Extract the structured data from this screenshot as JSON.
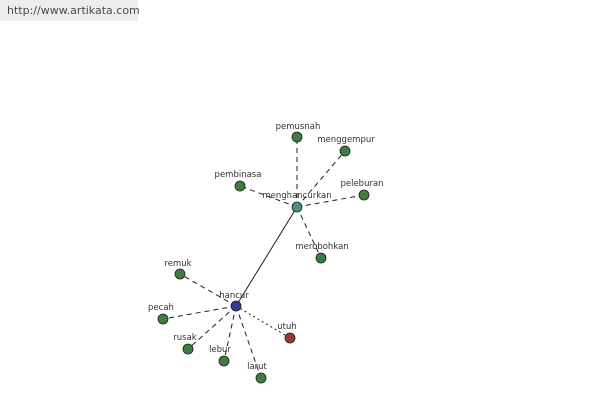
{
  "watermark": {
    "url": "http://www.artikata.com"
  },
  "graph": {
    "colors": {
      "term": "#2a3f8f",
      "hub": "#4a8f88",
      "synonym": "#3e7d3e",
      "antonym": "#9a3a2e",
      "node_stroke": "#1e1e1e",
      "edge": "#1e1e1e"
    },
    "nodes": [
      {
        "id": "hancur",
        "label": "hancur",
        "kind": "term"
      },
      {
        "id": "menghancurkan",
        "label": "menghancurkan",
        "kind": "hub"
      },
      {
        "id": "pemusnah",
        "label": "pemusnah",
        "kind": "synonym"
      },
      {
        "id": "menggempur",
        "label": "menggempur",
        "kind": "synonym"
      },
      {
        "id": "pembinasa",
        "label": "pembinasa",
        "kind": "synonym"
      },
      {
        "id": "peleburan",
        "label": "peleburan",
        "kind": "synonym"
      },
      {
        "id": "merobohkan",
        "label": "merobohkan",
        "kind": "synonym"
      },
      {
        "id": "remuk",
        "label": "remuk",
        "kind": "synonym"
      },
      {
        "id": "pecah",
        "label": "pecah",
        "kind": "synonym"
      },
      {
        "id": "rusak",
        "label": "rusak",
        "kind": "synonym"
      },
      {
        "id": "lebur",
        "label": "lebur",
        "kind": "synonym"
      },
      {
        "id": "larut",
        "label": "larut",
        "kind": "synonym"
      },
      {
        "id": "utuh",
        "label": "utuh",
        "kind": "antonym"
      }
    ],
    "edges": [
      {
        "from": "hancur",
        "to": "menghancurkan",
        "style": "solid"
      },
      {
        "from": "menghancurkan",
        "to": "pemusnah",
        "style": "dashed"
      },
      {
        "from": "menghancurkan",
        "to": "menggempur",
        "style": "dashed"
      },
      {
        "from": "menghancurkan",
        "to": "pembinasa",
        "style": "dashed"
      },
      {
        "from": "menghancurkan",
        "to": "peleburan",
        "style": "dashed"
      },
      {
        "from": "menghancurkan",
        "to": "merobohkan",
        "style": "dashed"
      },
      {
        "from": "hancur",
        "to": "remuk",
        "style": "dashed"
      },
      {
        "from": "hancur",
        "to": "pecah",
        "style": "dashed"
      },
      {
        "from": "hancur",
        "to": "rusak",
        "style": "dashed"
      },
      {
        "from": "hancur",
        "to": "lebur",
        "style": "dashed"
      },
      {
        "from": "hancur",
        "to": "larut",
        "style": "dashed"
      },
      {
        "from": "hancur",
        "to": "utuh",
        "style": "dotted"
      }
    ]
  }
}
